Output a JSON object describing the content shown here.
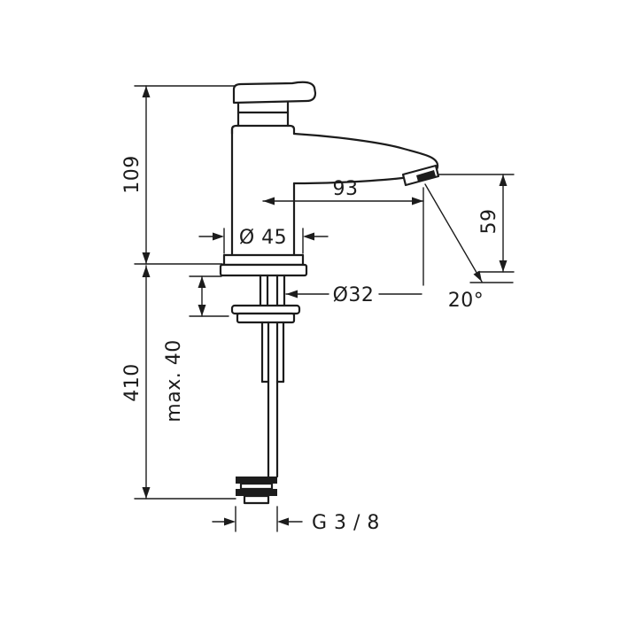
{
  "page": {
    "background": "#ffffff",
    "line_color": "#1c1c1c"
  },
  "diagram": {
    "type": "technical-drawing",
    "dimensions": {
      "total_height": "109",
      "supply_length": "410",
      "max_mounting_thickness": "max. 40",
      "spout_reach": "93",
      "base_diameter": "Ø 45",
      "mounting_hole_diameter": "Ø32",
      "spout_height": "59",
      "stream_angle": "20°",
      "connection_thread": "G 3 / 8"
    }
  }
}
